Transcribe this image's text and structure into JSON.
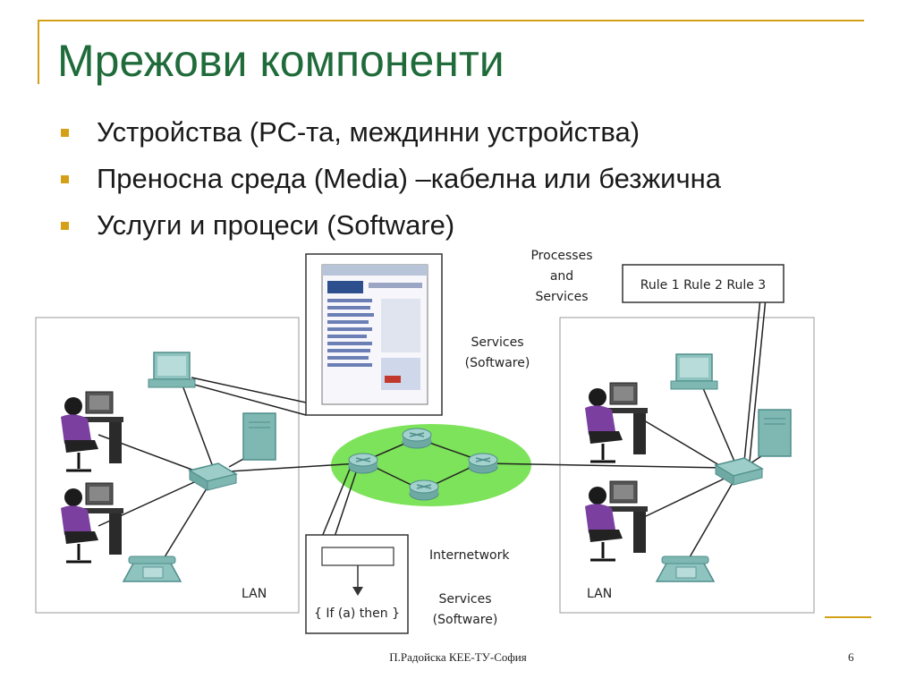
{
  "slide": {
    "title": "Мрежови компоненти",
    "bullets": [
      "Устройства (РС-та, междинни устройства)",
      "Преносна среда (Media) –кабелна или безжична",
      "Услуги и процеси (Software)"
    ],
    "footer": "П.Радойска КЕЕ-ТУ-София",
    "page_number": "6"
  },
  "diagram": {
    "labels": {
      "processes": [
        "Processes",
        "and",
        "Services"
      ],
      "rules": "Rule 1 Rule 2 Rule 3",
      "services_top": [
        "Services",
        "(Software)"
      ],
      "internetwork": "Internetwork",
      "services_bottom": [
        "Services",
        "(Software)"
      ],
      "code": "{ If (a) then }",
      "lan_left": "LAN",
      "lan_right": "LAN"
    },
    "icons": [
      "monitor-icon",
      "server-tower-icon",
      "switch-icon",
      "telephone-icon",
      "user-workstation-icon",
      "router-icon",
      "browser-screenshot-icon",
      "flowchart-icon"
    ],
    "colors": {
      "frame": "#d4a017",
      "title": "#1f6b3a",
      "cloud": "#7de35a",
      "device": "#7fb8b3",
      "device_dark": "#4f8e8a"
    }
  }
}
